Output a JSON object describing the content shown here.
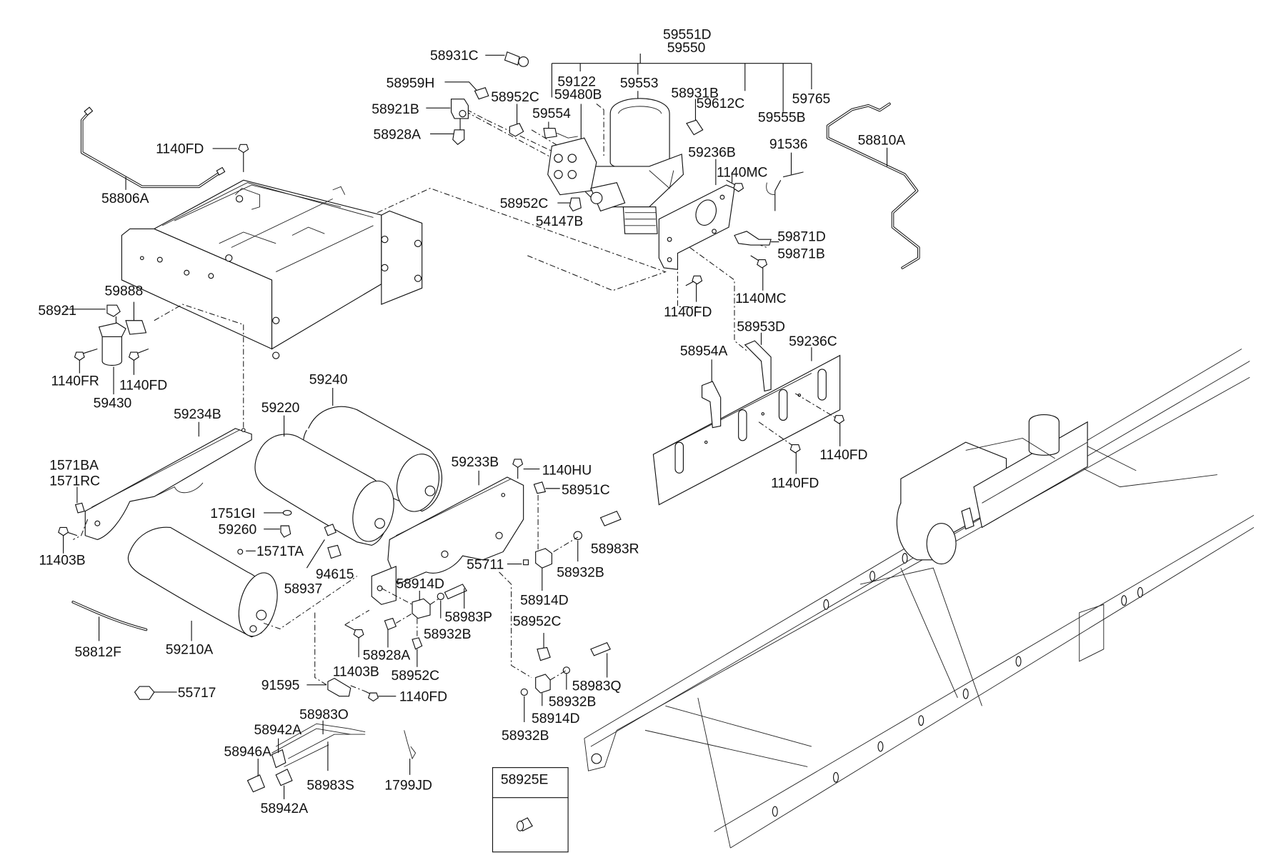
{
  "diagram": {
    "title": "Air tank & air dryer parts diagram",
    "theme": {
      "line_color": "#111111",
      "background": "#ffffff"
    },
    "callouts": {
      "c59551D": "59551D",
      "c59550": "59550",
      "c58931C": "58931C",
      "c59122": "59122",
      "c59553": "59553",
      "c58959H": "58959H",
      "c58952C_top": "58952C",
      "c59480B": "59480B",
      "c58931B": "58931B",
      "c59612C": "59612C",
      "c59765": "59765",
      "c58921B": "58921B",
      "c59554": "59554",
      "c59555B": "59555B",
      "c58928A_top": "58928A",
      "c58810A": "58810A",
      "c91536": "91536",
      "c1140FD_top": "1140FD",
      "c59236B": "59236B",
      "c1140MC_a": "1140MC",
      "c58806A": "58806A",
      "c58952C_mid": "58952C",
      "c54147B": "54147B",
      "c59871D": "59871D",
      "c59871B": "59871B",
      "c59888": "59888",
      "c58921": "58921",
      "c1140FD_brk": "1140FD",
      "c1140MC_b": "1140MC",
      "c58953D": "58953D",
      "c59236C": "59236C",
      "c58954A": "58954A",
      "c1140FR": "1140FR",
      "c1140FD_dryer": "1140FD",
      "c59430": "59430",
      "c59240": "59240",
      "c59220": "59220",
      "c59234B": "59234B",
      "c1140FD_r1": "1140FD",
      "c1140FD_r2": "1140FD",
      "c1571BA": "1571BA",
      "c1571RC": "1571RC",
      "c59233B": "59233B",
      "c1140HU": "1140HU",
      "c58951C": "58951C",
      "c1751GI": "1751GI",
      "c59260": "59260",
      "c58983R": "58983R",
      "c11403B_l": "11403B",
      "c1571TA": "1571TA",
      "c94615": "94615",
      "c55711": "55711",
      "c58932B_a": "58932B",
      "c58937": "58937",
      "c58914D_a": "58914D",
      "c58914D_b": "58914D",
      "c58983P": "58983P",
      "c58932B_b": "58932B",
      "c58952C_low": "58952C",
      "c58812F": "58812F",
      "c59210A": "59210A",
      "c58928A_low": "58928A",
      "c58952C_bot": "58952C",
      "c58983Q": "58983Q",
      "c11403B_b": "11403B",
      "c91595": "91595",
      "c1140FD_bot": "1140FD",
      "c58932B_c": "58932B",
      "c55717": "55717",
      "c58914D_c": "58914D",
      "c58932B_d": "58932B",
      "c58983O": "58983O",
      "c58942A_a": "58942A",
      "c58946A": "58946A",
      "c58983S": "58983S",
      "c1799JD": "1799JD",
      "c58942A_b": "58942A",
      "c58925E": "58925E"
    }
  }
}
